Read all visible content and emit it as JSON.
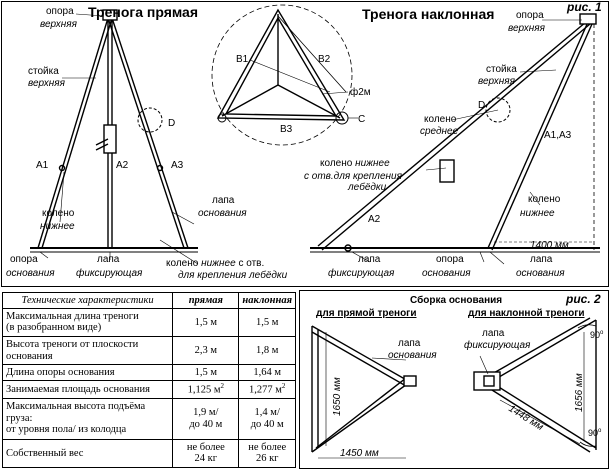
{
  "fig1": {
    "title_left": "Тренога прямая",
    "title_right": "Тренога наклонная",
    "fig_label": "рис. 1",
    "straight": {
      "top_support_1": "опора",
      "top_support_2": "верхняя",
      "upper_leg_1": "стойка",
      "upper_leg_2": "верхняя",
      "leg_a1": "A1",
      "leg_a2": "A2",
      "leg_a3": "A3",
      "detail_d": "D",
      "knee_1": "колено",
      "knee_2": "нижнее",
      "base_paw_1": "лапа",
      "base_paw_2": "основания",
      "base_support_1": "опора",
      "base_support_2": "основания",
      "fix_paw_1": "лапа",
      "fix_paw_2": "фиксирующая",
      "knee_winch_1a": "колено",
      "knee_winch_1b": "нижнее",
      "knee_winch_1c": "с отв.",
      "knee_winch_2": "для крепления лебёдки"
    },
    "top_view": {
      "b1": "B1",
      "b2": "B2",
      "b3": "B3",
      "c": "C",
      "diameter": "ф2м"
    },
    "inclined": {
      "top_support_1": "опора",
      "top_support_2": "верхняя",
      "upper_leg_1": "стойка",
      "upper_leg_2": "верхняя",
      "mid_knee_1": "колено",
      "mid_knee_2": "среднее",
      "detail_d": "D",
      "legs_a1a3": "A1,A3",
      "lower_knee_1a": "колено",
      "lower_knee_1b": "нижнее",
      "lower_knee_2": "с отв.для  крепления",
      "lower_knee_3": "лебёдки",
      "leg_a2": "A2",
      "knee_1": "колено",
      "knee_2": "нижнее",
      "dim_1400": "1400 мм",
      "fix_paw_1": "лапа",
      "fix_paw_2": "фиксирующая",
      "base_support_1": "опора",
      "base_support_2": "основания",
      "base_paw_1": "лапа",
      "base_paw_2": "основания"
    }
  },
  "specs": {
    "headers": [
      "Технические характеристики",
      "прямая",
      "наклонная"
    ],
    "rows": [
      {
        "label_1": "Максимальная длина треноги",
        "label_2": "(в разобранном виде)",
        "straight": "1,5 м",
        "inclined": "1,5 м"
      },
      {
        "label_1": "Высота треноги от плоскости основания",
        "straight": "2,3 м",
        "inclined": "1,8 м"
      },
      {
        "label_1": "Длина опоры основания",
        "straight": "1,5 м",
        "inclined": "1,64 м"
      },
      {
        "label_1": "Занимаемая  площадь основания",
        "straight": "1,125 м",
        "straight_sup": "2",
        "inclined": "1,277 м",
        "inclined_sup": "2"
      },
      {
        "label_1": "Максимальная высота подъёма груза:",
        "label_2": "от уровня пола/ из колодца",
        "straight_1": "1,9 м/",
        "straight_2": "до 40 м",
        "inclined_1": "1,4 м/",
        "inclined_2": "до 40 м"
      },
      {
        "label_1": "Собственный вес",
        "straight_1": "не более",
        "straight_2": "24 кг",
        "inclined_1": "не более",
        "inclined_2": "26 кг"
      }
    ]
  },
  "fig2": {
    "title": "Сборка основания",
    "fig_label": "рис. 2",
    "left_title": "для прямой треноги",
    "right_title": "для наклонной треноги",
    "left_paw_1": "лапа",
    "left_paw_2": "основания",
    "left_dim_v": "1650 мм",
    "left_dim_h": "1450 мм",
    "right_paw_1": "лапа",
    "right_paw_2": "фиксирующая",
    "right_dim_v": "1656 мм",
    "right_dim_d": "1448 мм",
    "angle_top": "90",
    "angle_bottom": "90",
    "deg": "o"
  }
}
